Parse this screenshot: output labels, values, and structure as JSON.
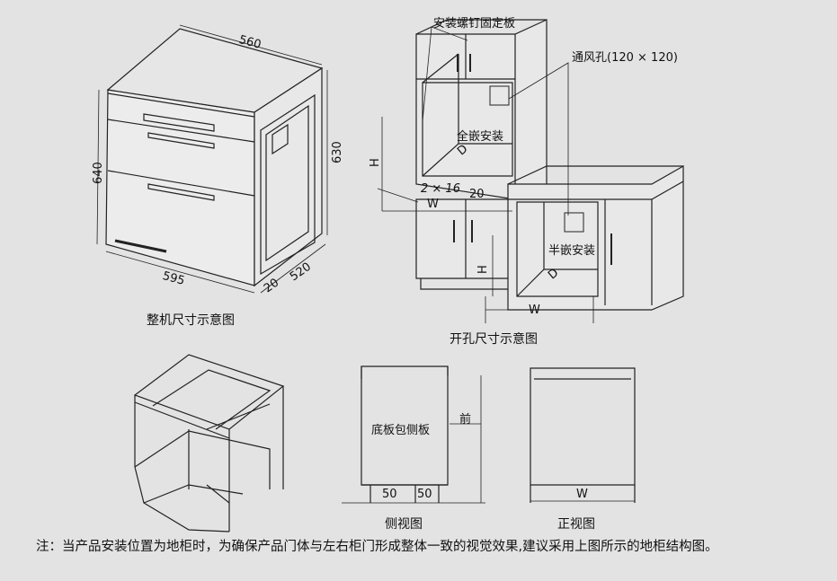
{
  "unit_machine": {
    "caption": "整机尺寸示意图",
    "dims": {
      "width_top": "560",
      "height_left": "640",
      "height_right": "630",
      "width_bottom": "595",
      "depth": "520",
      "offset": "20"
    }
  },
  "opening": {
    "caption": "开孔尺寸示意图",
    "labels": {
      "screw_plate": "安装螺钉固定板",
      "vent_hole": "通风孔(120 × 120)",
      "full_embed": "全嵌安装",
      "half_embed": "半嵌安装",
      "H_upper": "H",
      "H_lower": "H",
      "D_upper": "D",
      "D_lower": "D",
      "W_upper": "W",
      "W_lower": "W",
      "screw_spec": "2 × 16",
      "gap": "20"
    }
  },
  "cabinet": {
    "side_view_caption": "侧视图",
    "front_view_caption": "正视图",
    "side_label": "底板包侧板",
    "front_label": "前",
    "dim_a": "50",
    "dim_b": "50",
    "front_width": "W"
  },
  "note": "注：当产品安装位置为地柜时，为确保产品门体与左右柜门形成整体一致的视觉效果,建议采用上图所示的地柜结构图。"
}
